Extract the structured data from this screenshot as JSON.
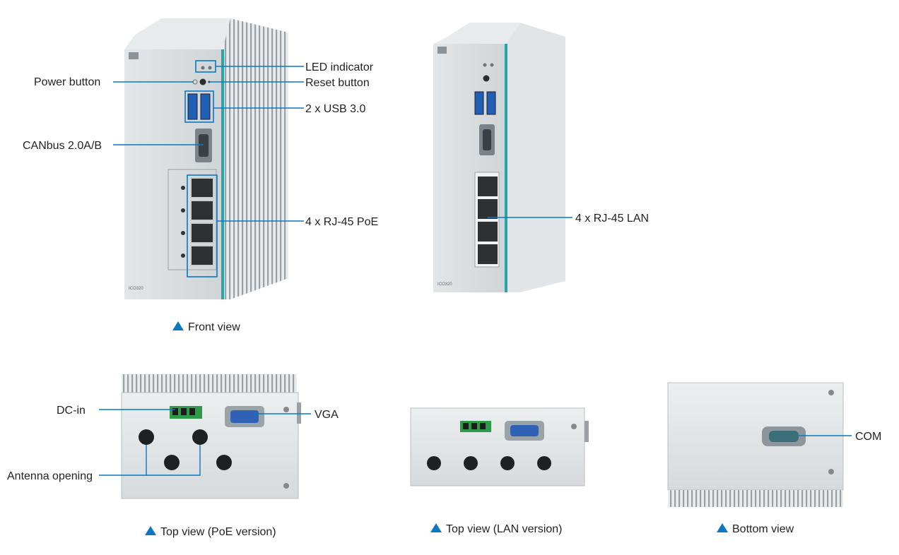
{
  "colors": {
    "callout": "#0a78c2",
    "accent_teal": "#2aa4a8",
    "chassis": "#dde1e4",
    "triangle": "#0a78c2"
  },
  "front_poe": {
    "labels": {
      "led": "LED indicator",
      "power": "Power button",
      "reset": "Reset button",
      "usb": "2 x USB 3.0",
      "canbus": "CANbus 2.0A/B",
      "rj45": "4 x RJ-45 PoE"
    },
    "model": "ICO320"
  },
  "front_lan": {
    "labels": {
      "rj45": "4 x RJ-45 LAN"
    },
    "model": "ICO320"
  },
  "captions": {
    "front": "Front view",
    "top_poe": "Top view (PoE version)",
    "top_lan": "Top view (LAN version)",
    "bottom": "Bottom view"
  },
  "top_poe": {
    "labels": {
      "dcin": "DC-in",
      "vga": "VGA",
      "antenna": "Antenna opening"
    }
  },
  "bottom": {
    "labels": {
      "com": "COM"
    }
  },
  "icons": [
    "triangle-up-icon",
    "ethernet-led-icon",
    "power-icon",
    "logo-icon"
  ]
}
